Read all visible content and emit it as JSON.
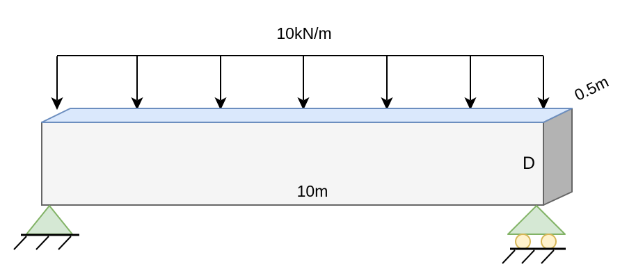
{
  "diagram": {
    "load": {
      "label": "10kN/m",
      "arrow_count": 7
    },
    "beam": {
      "span_label": "10m",
      "depth_label": "0.5m",
      "section_point_label": "D"
    },
    "supports": {
      "left_type": "pin-support",
      "right_type": "roller-support"
    },
    "colors": {
      "load": "#000000",
      "beam_front_fill": "#f5f5f5",
      "beam_top_fill": "#dae8fc",
      "beam_top_stroke": "#6c8ebf",
      "beam_side_fill": "#b3b3b3",
      "beam_stroke": "#666666",
      "support_fill": "#d5e8d4",
      "support_stroke": "#82b366",
      "roller_wheel_fill": "#fff2cc",
      "roller_wheel_stroke": "#d6b656",
      "ground": "#000000"
    }
  }
}
